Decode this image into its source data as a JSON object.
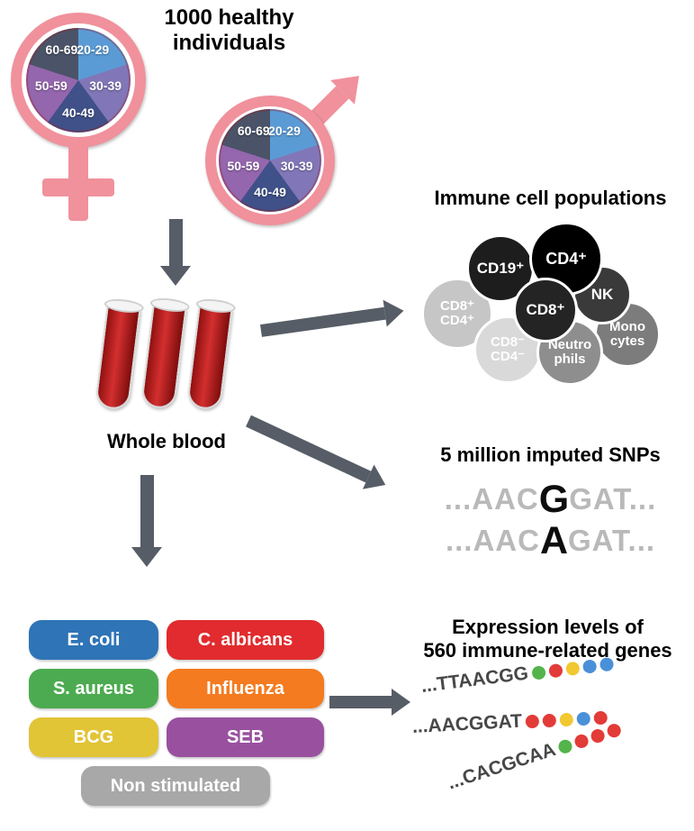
{
  "header": {
    "title_line1": "1000 healthy",
    "title_line2": "individuals"
  },
  "demographics": {
    "symbol_color": "#f0919c",
    "age_groups": [
      {
        "label": "20-29",
        "color": "#5b9bd5"
      },
      {
        "label": "30-39",
        "color": "#8177b8"
      },
      {
        "label": "40-49",
        "color": "#3f5188"
      },
      {
        "label": "50-59",
        "color": "#9466ad"
      },
      {
        "label": "60-69",
        "color": "#4b5368"
      }
    ]
  },
  "whole_blood": {
    "label": "Whole blood"
  },
  "immune_cells": {
    "title": "Immune cell populations",
    "cells": [
      {
        "label": "CD19⁺",
        "color": "#1d1d1d"
      },
      {
        "label": "CD4⁺",
        "color": "#000000"
      },
      {
        "label": "NK",
        "color": "#3a3a3a"
      },
      {
        "label": "CD8⁺",
        "color": "#242424"
      },
      {
        "label": "CD8⁺ CD4⁺",
        "color": "#c6c6c6"
      },
      {
        "label": "CD8⁻ CD4⁻",
        "color": "#d9d9d9"
      },
      {
        "label": "Neutro phils",
        "color": "#8e8e8e"
      },
      {
        "label": "Mono cytes",
        "color": "#7c7c7c"
      }
    ]
  },
  "snps": {
    "title": "5 million imputed SNPs",
    "sequences": [
      {
        "prefix": "...AAC",
        "variant": "G",
        "suffix": "GAT..."
      },
      {
        "prefix": "...AAC",
        "variant": "A",
        "suffix": "GAT..."
      }
    ]
  },
  "stimulations": {
    "items": [
      {
        "label": "E. coli",
        "color": "#2e74b6"
      },
      {
        "label": "C. albicans",
        "color": "#e12b2e"
      },
      {
        "label": "S. aureus",
        "color": "#4cab50"
      },
      {
        "label": "Influenza",
        "color": "#f47b20"
      },
      {
        "label": "BCG",
        "color": "#e2c437"
      },
      {
        "label": "SEB",
        "color": "#99519f"
      },
      {
        "label": "Non stimulated",
        "color": "#a8a8a8"
      }
    ]
  },
  "expression": {
    "title_line1": "Expression levels of",
    "title_line2": "560 immune-related genes",
    "sequences": [
      {
        "text": "...TTAACGG",
        "dots": [
          "#53b44a",
          "#e23b38",
          "#f2c832",
          "#4a90d9",
          "#4a90d9"
        ]
      },
      {
        "text": "...AACGGAT",
        "dots": [
          "#e23b38",
          "#e23b38",
          "#f2c832",
          "#4a90d9",
          "#e23b38"
        ]
      },
      {
        "text": "...CACGCAA",
        "dots": [
          "#53b44a",
          "#e23b38",
          "#e23b38",
          "#e23b38"
        ]
      }
    ]
  }
}
